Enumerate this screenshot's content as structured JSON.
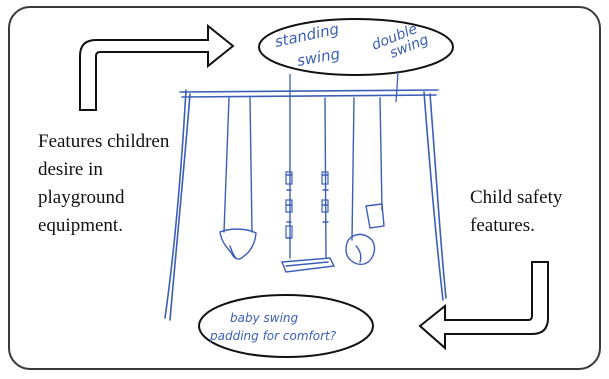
{
  "annotations": {
    "left_note": "Features children desire in playground equipment.",
    "right_note": "Child safety features."
  },
  "sketch_labels": {
    "standing_line1": "standing",
    "standing_line2": "swing",
    "double_line1": "double",
    "double_line2": "swing",
    "baby_line1": "baby swing",
    "baby_line2": "padding for comfort?"
  },
  "colors": {
    "sketch_ink": "#3b5fb8",
    "frame": "#3a3a3a",
    "text": "#111111"
  }
}
